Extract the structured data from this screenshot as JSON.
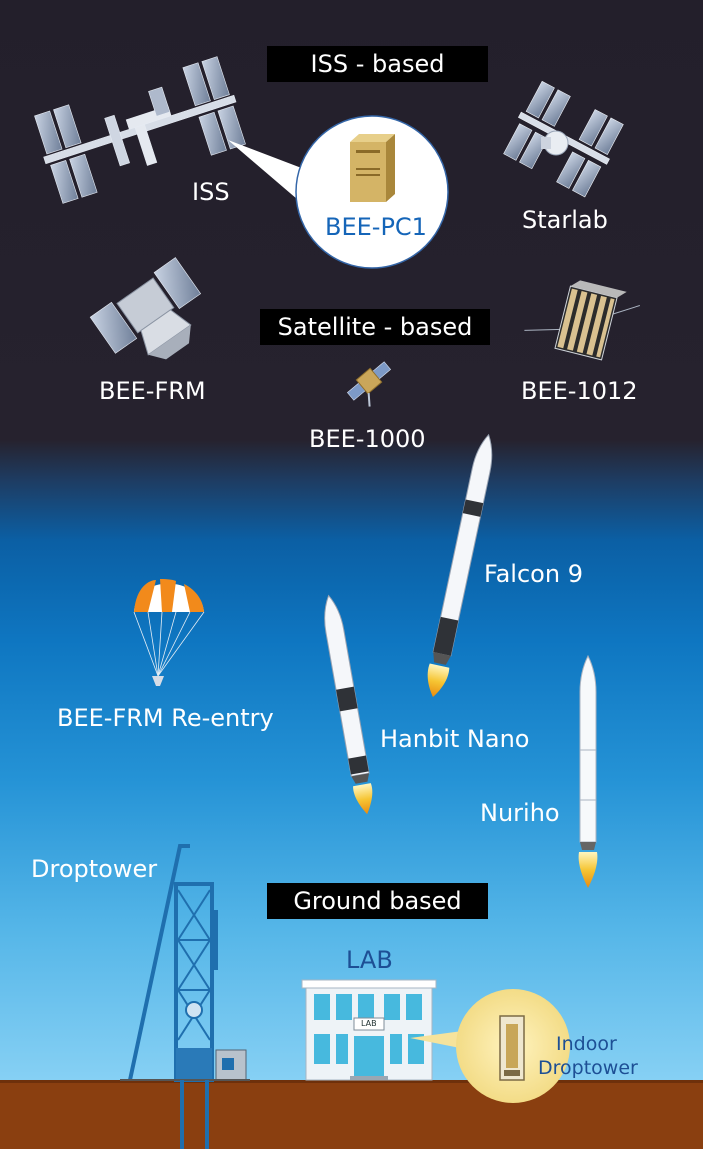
{
  "sections": {
    "iss_based": "ISS - based",
    "satellite_based": "Satellite - based",
    "ground_based": "Ground based"
  },
  "labels": {
    "iss": "ISS",
    "bee_pc1": "BEE-PC1",
    "starlab": "Starlab",
    "bee_frm": "BEE-FRM",
    "bee_1000": "BEE-1000",
    "bee_1012": "BEE-1012",
    "falcon9": "Falcon 9",
    "bee_frm_reentry": "BEE-FRM Re-entry",
    "hanbit_nano": "Hanbit Nano",
    "nuriho": "Nuriho",
    "droptower": "Droptower",
    "lab": "LAB",
    "lab_sign": "LAB",
    "indoor_droptower": [
      "Indoor",
      "Droptower"
    ]
  },
  "colors": {
    "space": "#231f2b",
    "sky": "#0e76c1",
    "ground": "#8a3f10",
    "tower": "#1f6fae",
    "accent_blue": "#1565b8",
    "flame": "#f6b41e"
  },
  "icons": [
    "iss-station-icon",
    "bee-pc1-capsule-icon",
    "starlab-station-icon",
    "bee-frm-satellite-icon",
    "bee-1000-satellite-icon",
    "bee-1012-cubesat-icon",
    "falcon9-rocket-icon",
    "hanbit-nano-rocket-icon",
    "nuriho-rocket-icon",
    "parachute-icon",
    "droptower-icon",
    "lab-building-icon",
    "indoor-droptower-icon"
  ]
}
